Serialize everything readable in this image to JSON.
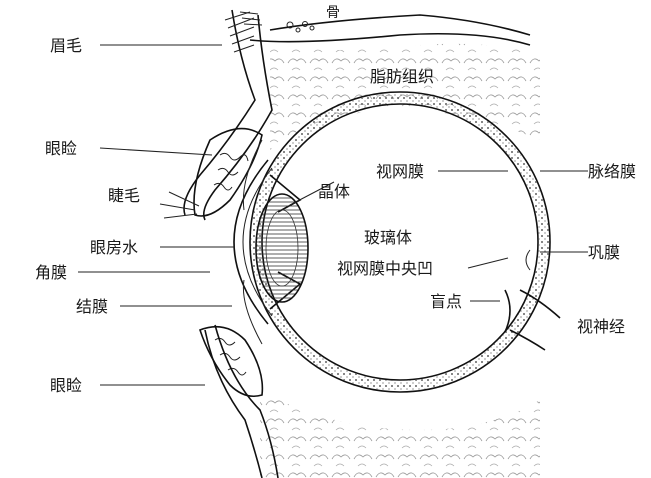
{
  "labels": {
    "bone": "骨",
    "eyebrow": "眉毛",
    "fat": "脂肪组织",
    "upper_eyelid": "眼睑",
    "eyelash": "睫毛",
    "lens": "晶体",
    "retina": "视网膜",
    "choroid": "脉络膜",
    "vitreous": "玻璃体",
    "aqueous": "眼房水",
    "sclera": "巩膜",
    "cornea": "角膜",
    "fovea": "视网膜中央凹",
    "conjunctiva": "结膜",
    "blind_spot": "盲点",
    "optic_nerve": "视神经",
    "lower_eyelid": "眼睑"
  }
}
